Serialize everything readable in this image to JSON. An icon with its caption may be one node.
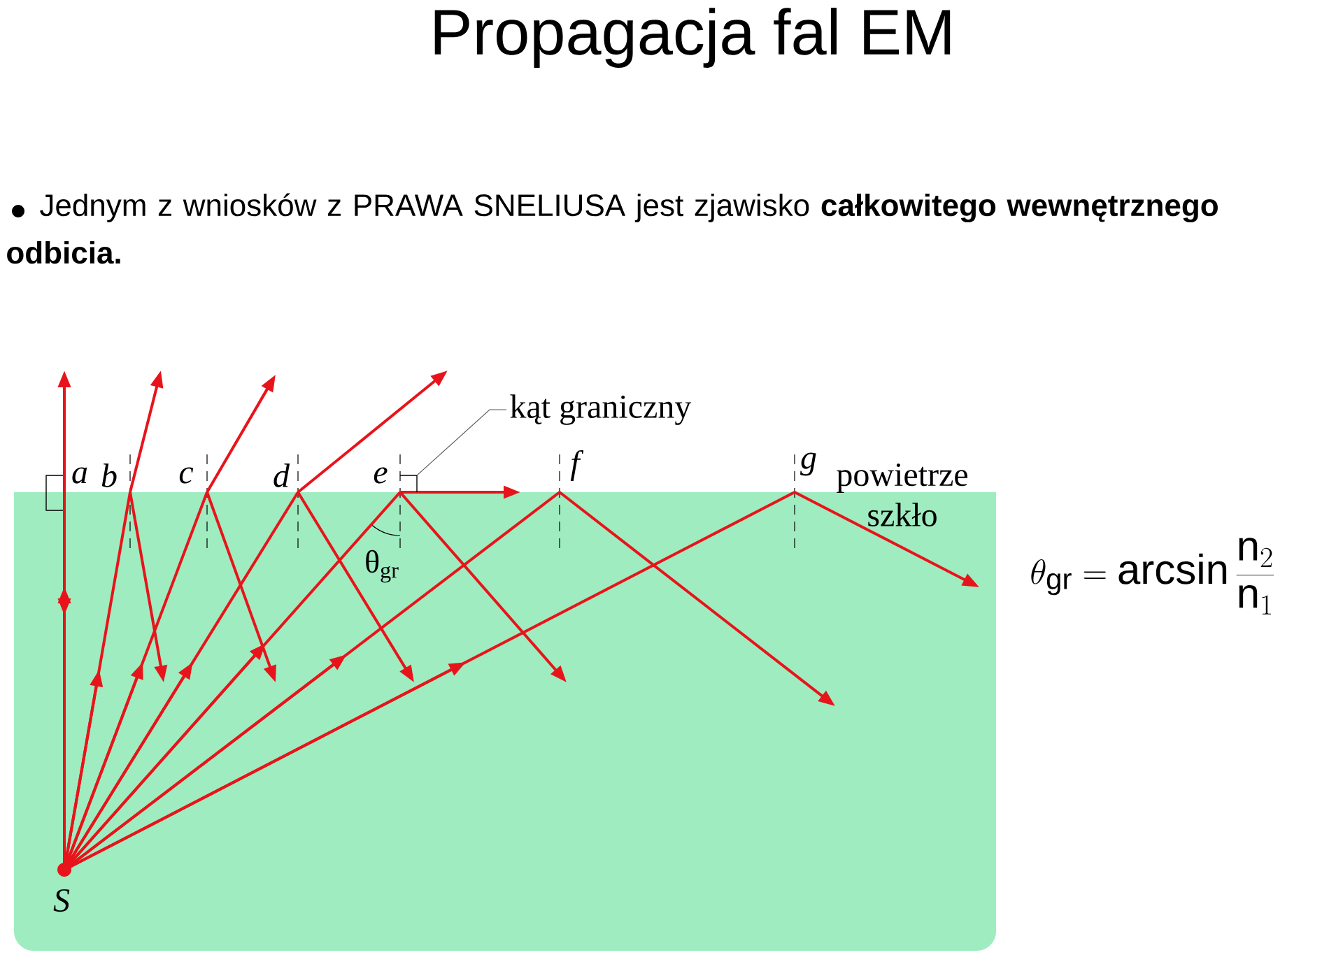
{
  "diagram": {
    "title": "Propagacja fal EM",
    "nodes": [
      {
        "text": [
          "kąt graniczny"
        ]
      },
      {
        "text": [],
        "shape": "angle"
      }
    ],
    "edges": [
      {
        "from": 0,
        "to": 1,
        "arrow": "none"
      }
    ],
    "labels": [
      "Jednym z wniosków z PRAWA SNELIUSA jest zjawisko **całkowitego wewnętrznego odbicia.**",
      "a",
      "b",
      "c",
      "d",
      "e",
      "f",
      "g",
      "powietrze",
      "szkło",
      "θ$_{gr}$",
      "S",
      "\\theta_{\\mathrm{gr}} = \\mathrm{arcsin}\\,\\frac{\\mathrm{n}_2}{\\mathrm{n}_1}"
    ]
  }
}
